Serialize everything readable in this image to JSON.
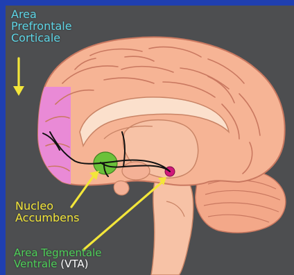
{
  "labels": {
    "prefrontal_line1": "Area",
    "prefrontal_line2": "Prefrontale",
    "prefrontal_line3": "Corticale",
    "accumbens_line1": "Nucleo",
    "accumbens_line2": "Accumbens",
    "vta_line1": "Area Tegmentale",
    "vta_line2": "Ventrale",
    "vta_abbr": "(VTA)"
  },
  "colors": {
    "background": "#4d4e50",
    "border": "#1f3fb0",
    "brain": "#f6b495",
    "prefrontal_region": "#e98ad6",
    "accumbens_region": "#6bc13a",
    "vta_region": "#d0187a",
    "prefrontal_label": "#5fd6e6",
    "accumbens_label": "#f3e63a",
    "vta_label": "#4fd25a",
    "arrows": "#f3e63a"
  }
}
